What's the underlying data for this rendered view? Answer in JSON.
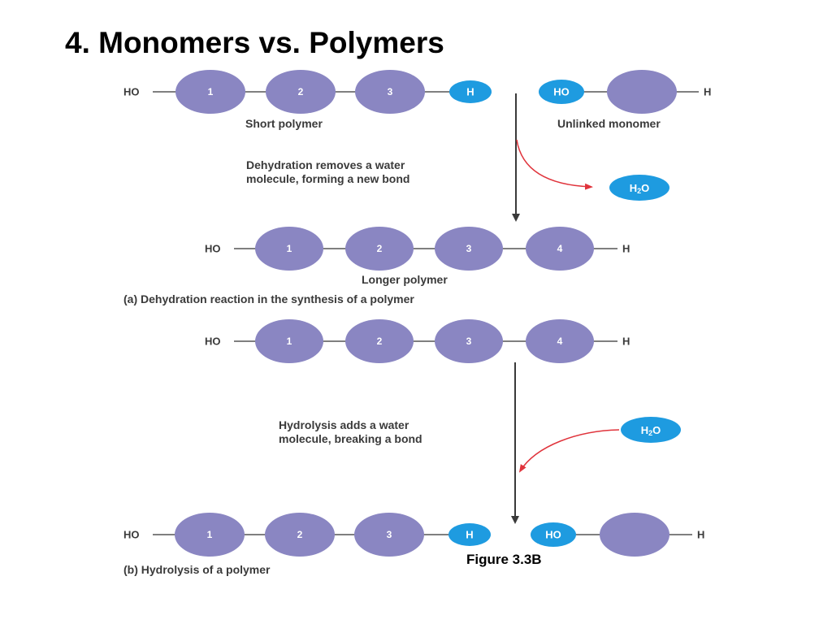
{
  "title": "4. Monomers vs. Polymers",
  "figure_caption": "Figure 3.3B",
  "colors": {
    "monomer": "#8a86c2",
    "end_group": "#1e9be0",
    "reaction_arrow": "#e0343c",
    "process_arrow": "#3a3a3a",
    "bond_line": "#555555"
  },
  "dehydration": {
    "short_polymer": {
      "left_end": "HO",
      "monomers": [
        "1",
        "2",
        "3"
      ],
      "right_group": "H",
      "label": "Short polymer"
    },
    "unlinked_monomer": {
      "left_group": "HO",
      "monomer": "",
      "right_end": "H",
      "label": "Unlinked monomer"
    },
    "description_line1": "Dehydration removes a water",
    "description_line2": "molecule, forming a new bond",
    "water_prefix": "H",
    "water_subscript": "2",
    "water_suffix": "O",
    "longer_polymer": {
      "left_end": "HO",
      "monomers": [
        "1",
        "2",
        "3",
        "4"
      ],
      "right_end": "H",
      "label": "Longer polymer"
    },
    "panel_label": "(a) Dehydration reaction in the synthesis of a polymer"
  },
  "hydrolysis": {
    "start_polymer": {
      "left_end": "HO",
      "monomers": [
        "1",
        "2",
        "3",
        "4"
      ],
      "right_end": "H"
    },
    "description_line1": "Hydrolysis adds a water",
    "description_line2": "molecule, breaking a bond",
    "water_prefix": "H",
    "water_subscript": "2",
    "water_suffix": "O",
    "product_polymer": {
      "left_end": "HO",
      "monomers": [
        "1",
        "2",
        "3"
      ],
      "right_group": "H"
    },
    "product_monomer": {
      "left_group": "HO",
      "monomer": "",
      "right_end": "H"
    },
    "panel_label": "(b) Hydrolysis of a polymer"
  }
}
